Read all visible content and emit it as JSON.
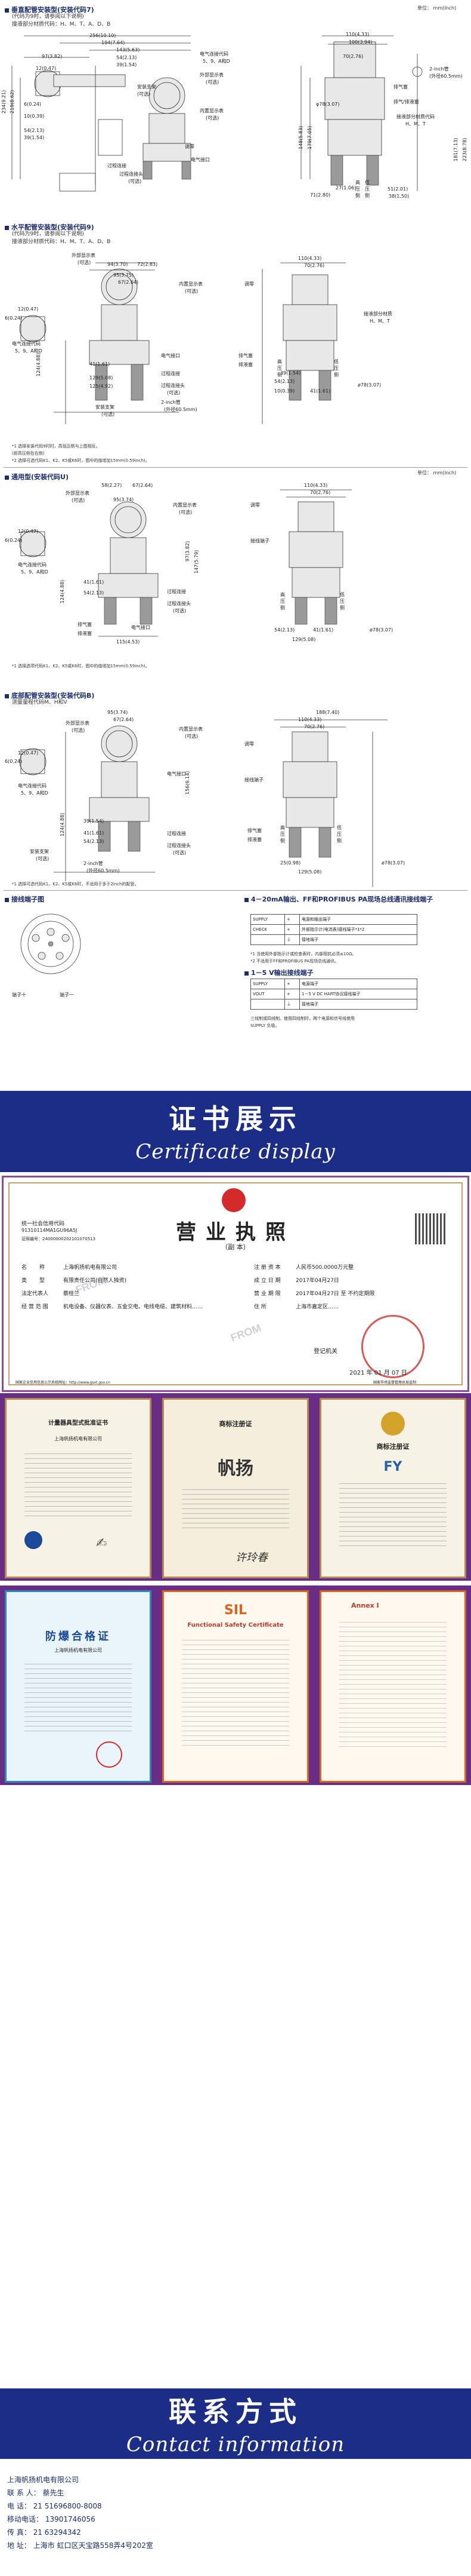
{
  "sections": {
    "s1": {
      "title": "垂直配管安装型(安装代码7)",
      "sub1": "(代码为9时，请参阅以下说明)",
      "sub2": "接液部分材质代码：H、M、T、A、D、B",
      "unit": "单位：  mm(inch)",
      "labels": [
        "256(10.10)",
        "194(7.64)",
        "143(5.63)",
        "97(3.82)",
        "54(2.13)",
        "39(1.54)",
        "12(0.47)",
        "234(9.21)",
        "219(8.62)",
        "10(0.39)",
        "6(0.24)",
        "54(2.13)",
        "39(1.54)",
        "电气连接代码",
        "5、9、A和D",
        "安装支架",
        "(可选)",
        "外部显示表",
        "(可选)",
        "内置显示表",
        "(可选)",
        "过程连接",
        "过程连接头",
        "(可选)",
        "电气接口",
        "调零",
        "70(2.76)",
        "排气/排液塞",
        "110(4.33)",
        "100(3.94)",
        "2-inch管",
        "(外径60.5mm)",
        "接液部分材质代码",
        "H、M、T",
        "排气塞",
        "148(5.83)",
        "179(7.05)",
        "181(7.13)",
        "223(8.78)",
        "27(1.06)",
        "71(2.80)",
        "51(2.01)",
        "38(1.50)",
        "φ78(3.07)",
        "高压侧",
        "低压侧"
      ]
    },
    "s2": {
      "title": "水平配管安装型(安装代码9)",
      "sub1": "(代码为9时，请参阅以下说明)",
      "sub2": "接液部分材质代码：H、M、T、A、D、B",
      "labels": [
        "外部显示表",
        "(可选)",
        "94(3.70)",
        "72(2.83)",
        "95(3.75)",
        "67(2.64)",
        "6(0.24)",
        "12(0.47)",
        "电气连接代码",
        "5、9、A和D",
        "内置显示表",
        "(可选)",
        "41(1.61)",
        "129(5.08)",
        "125(4.92)",
        "电气接口",
        "过程连接",
        "过程连接头",
        "(可选)",
        "安装支架",
        "(可选)",
        "2-inch管",
        "(外径60.5mm)",
        "调零",
        "110(4.33)",
        "70(2.76)",
        "接液部分材质",
        "H、M、T",
        "排液塞",
        "排气塞",
        "54(2.13)",
        "10(0.39)",
        "41(1.61)",
        "39(1.54)",
        "124(4.88)",
        "ø78(3.07)",
        "高压侧",
        "低压侧"
      ],
      "notes": [
        "*1  选择安装代码9时时，高低压侧与上图相反。",
        "   (即高压侧在右侧)",
        "*2  选择可选代码K1、K2、K5或K6时，图中的值增加15mm(0.59inch)。"
      ]
    },
    "s3": {
      "title": "通用型(安装代码U)",
      "unit": "单位：  mm(inch)",
      "labels": [
        "58(2.27)",
        "67(2.64)",
        "外部显示表",
        "(可选)",
        "95(3.74)",
        "内置显示表",
        "(可选)",
        "6(0.24)",
        "12(0.47)",
        "电气连接代码",
        "5、9、A和D",
        "41(1.61)",
        "54(2.13)",
        "124(4.88)",
        "97(3.82)",
        "147(5.79)",
        "过程连接",
        "过程连接头",
        "(可选)",
        "排气塞",
        "排液塞",
        "115(4.53)",
        "电气接口",
        "110(4.33)",
        "70(2.76)",
        "调零",
        "接线端子",
        "54(2.13)",
        "41(1.61)",
        "129(5.08)",
        "ø78(3.07)",
        "高压侧",
        "低压侧"
      ],
      "notes": [
        "*1  选择选项代码K1、K2、K5或K6时，图中的值增加15mm(0.59inch)。"
      ]
    },
    "s4": {
      "title": "底部配管安装型(安装代码B)",
      "sub1": "测量量程代码M、H和V",
      "labels": [
        "95(3.74)",
        "67(2.64)",
        "外部显示表",
        "(可选)",
        "内置显示表",
        "(可选)",
        "6(0.24)",
        "12(0.47)",
        "电气连接代码",
        "5、9、A和D",
        "电气接口",
        "过程连接",
        "过程连接头",
        "(可选)",
        "安装支架",
        "(可选)",
        "2-inch管",
        "(外径60.5mm)",
        "156(6.14)",
        "41(1.61)",
        "54(2.13)",
        "39(1.54)",
        "124(4.88)",
        "110(4.33)",
        "188(7.40)",
        "70(2.76)",
        "调零",
        "接线端子",
        "排液塞",
        "排气塞",
        "25(0.98)",
        "129(5.08)",
        "ø78(3.07)",
        "高压侧",
        "低压侧"
      ],
      "notes": [
        "*1  选择可选代码K1、K2、K5或K6时，不适用于多于2inch的配管。"
      ]
    },
    "terminal": {
      "title": "接线端子图",
      "items": [
        "端子十",
        "端子一"
      ],
      "title2": "4－20mA输出、FF和PROFIBUS PA现场总线通讯接线端子",
      "table1": [
        [
          "SUPPLY",
          "+",
          "电源和输出端子"
        ],
        [
          "CHECK",
          "+",
          "外部指示计(电流表)接线端子*1*2"
        ],
        [
          "",
          "",
          "接地端子"
        ]
      ],
      "notes1": [
        "*1  当使用外部指示计或检查表时，内部阻抗必须≤10Ω。",
        "*2  不适用于FF和PROFIBUS PA现场总线通讯。"
      ],
      "title3": "1－5 V输出接线端子",
      "table2": [
        [
          "SUPPLY",
          "+",
          "电源端子"
        ],
        [
          "VOUT",
          "+",
          "1－5 V DC HART协议接线端子"
        ],
        [
          "",
          "",
          "接地端子"
        ]
      ],
      "notes2": [
        "三线制或四线制。使用四线制时，两个电源和信号线使用",
        "SUPPLY 负极。"
      ]
    }
  },
  "certificate_banner": {
    "cn": "证书展示",
    "en": "Certificate display"
  },
  "license": {
    "title": "营业执照",
    "subtitle": "（副  本）",
    "credit_code_label": "统一社会信用代码",
    "credit_code": "91310114MA1GU96A5J",
    "serial": "证照编号：24000000202101070513",
    "rows": [
      [
        "名",
        "称",
        "上海帆扬机电有限公司"
      ],
      [
        "类",
        "型",
        "有限责任公司(自然人独资)"
      ],
      [
        "法定代表人",
        "",
        "蔡桂兰"
      ],
      [
        "经 营 范 围",
        "",
        "机电设备、仪器仪表、五金交电、电线电缆、建筑材料……"
      ]
    ],
    "right_rows": [
      [
        "注 册 资 本",
        "人民币500.0000万元整"
      ],
      [
        "成 立 日 期",
        "2017年04月27日"
      ],
      [
        "营 业 期 限",
        "2017年04月27日 至 不约定期限"
      ],
      [
        "住 所",
        "上海市嘉定区……"
      ]
    ],
    "authority": "登记机关",
    "date": "2021  年  01  月  07  日",
    "footer_left": "国家企业信用信息公示系统网址：http://www.gsxt.gov.cn",
    "footer_right": "国家市场监督管理总局监制",
    "watermark": "FROM"
  },
  "certs_row1": [
    {
      "name": "certificate-a",
      "title": "计量器具型式批准证书",
      "company": "上海帆扬机电有限公司"
    },
    {
      "name": "trademark",
      "title": "商标注册证",
      "brand": "帆扬",
      "sig": "许玲春"
    },
    {
      "name": "certificate-c",
      "title": "商标注册证",
      "brand": "FY"
    }
  ],
  "certs_row2": [
    {
      "name": "explosion-cert",
      "title": "防爆合格证",
      "company": "上海帆扬机电有限公司"
    },
    {
      "name": "sil-cert",
      "title": "SIL",
      "sub": "Functional Safety Certificate"
    },
    {
      "name": "annex-cert",
      "title": "Annex I"
    }
  ],
  "contact_banner": {
    "cn": "联系方式",
    "en": "Contact information"
  },
  "contact": [
    "上海帆扬机电有限公司",
    "联 系 人：  蔡先生",
    "电    话：  21 51696800-8008",
    "移动电话：  13901746056",
    "传    真：  21 63294342",
    "地    址：  上海市 虹口区天宝路558弄4号202室"
  ],
  "colors": {
    "banner": "#1b2d86",
    "frame": "#6a2d85",
    "navy": "#1a2d6d",
    "red_stamp": "#d42a2a"
  }
}
